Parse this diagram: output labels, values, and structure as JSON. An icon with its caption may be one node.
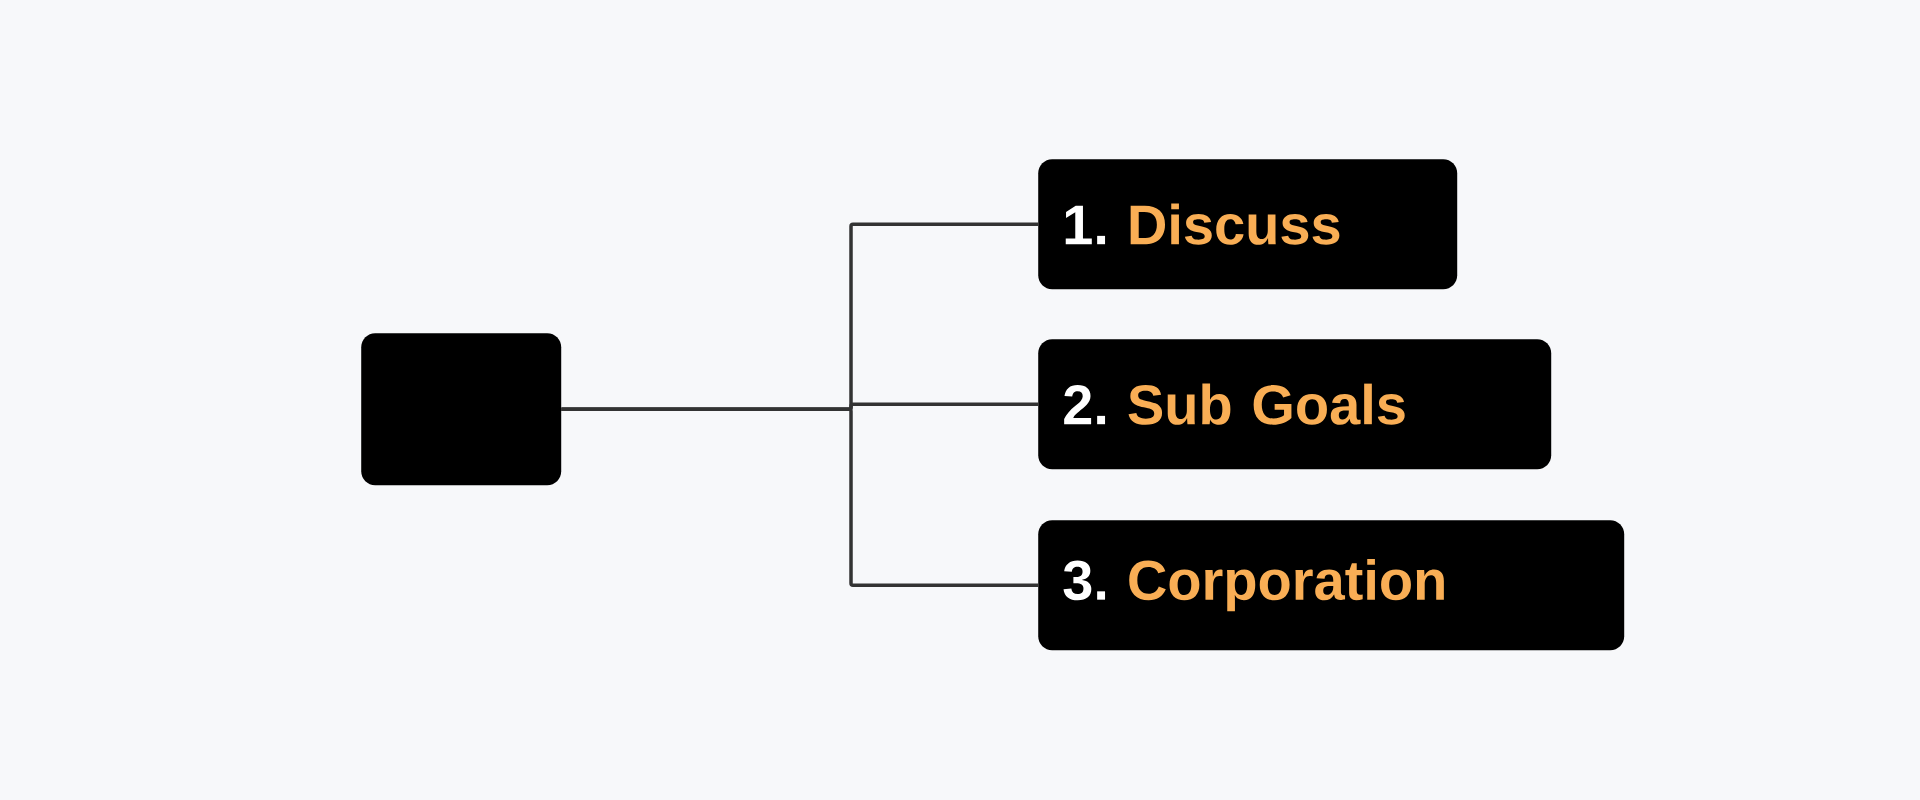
{
  "diagram": {
    "nodes": [
      {
        "text": [],
        "shape": "box"
      },
      {
        "text": [
          "1.",
          "Discuss"
        ]
      },
      {
        "text": [
          "2.",
          "Sub Goals"
        ]
      },
      {
        "text": [
          "3.",
          "Corporation"
        ]
      }
    ],
    "edges": [
      {
        "from": 0,
        "to": 1,
        "arrow": "none"
      },
      {
        "from": 0,
        "to": 2,
        "arrow": "none"
      },
      {
        "from": 0,
        "to": 3,
        "arrow": "none"
      }
    ]
  }
}
